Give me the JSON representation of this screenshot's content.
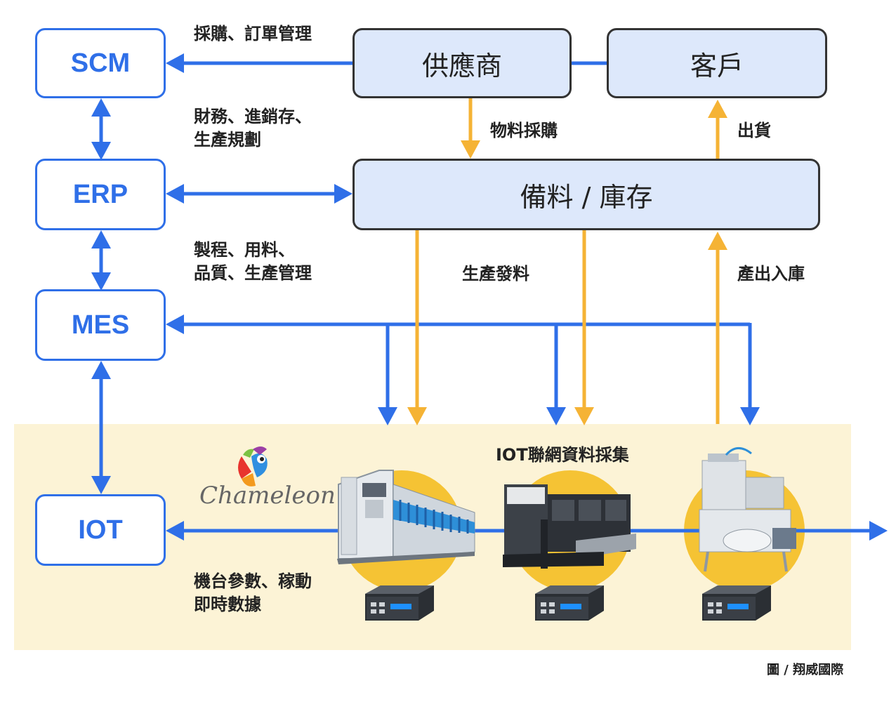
{
  "systems": {
    "scm": "SCM",
    "erp": "ERP",
    "mes": "MES",
    "iot": "IOT"
  },
  "flows": {
    "supplier": "供應商",
    "customer": "客戶",
    "inventory": "備料 / 庫存"
  },
  "labels": {
    "scm_label": "採購、訂單管理",
    "erp_label_line1": "財務、進銷存、",
    "erp_label_line2": "生產規劃",
    "mes_label_line1": "製程、用料、",
    "mes_label_line2": "品質、生產管理",
    "iot_label_line1": "機台參數、稼動",
    "iot_label_line2": "即時數據",
    "material_purchase": "物料採購",
    "shipping": "出貨",
    "production_issue": "生產發料",
    "output_storage": "產出入庫",
    "iot_collection": "IOT聯網資料採集"
  },
  "logo": {
    "text": "Chameleon"
  },
  "credit": "圖 / 翔威國際",
  "colors": {
    "blue": "#2f6fe8",
    "orange": "#f5b335",
    "panel": "#fcf3d6",
    "flow_box": "#dde8fb"
  }
}
